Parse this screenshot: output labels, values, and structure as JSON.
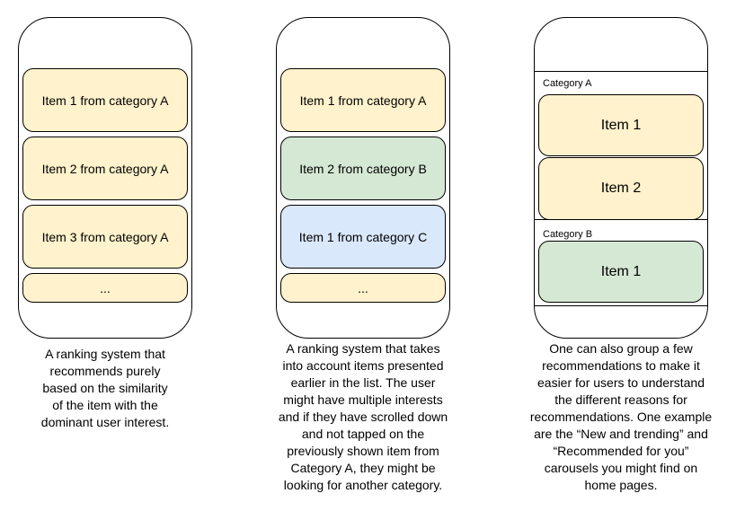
{
  "panels": [
    {
      "items": [
        {
          "label": "Item 1 from category A",
          "color": "#fff2cc"
        },
        {
          "label": "Item 2 from category A",
          "color": "#fff2cc"
        },
        {
          "label": "Item 3 from category A",
          "color": "#fff2cc"
        },
        {
          "label": "...",
          "color": "#fff2cc"
        }
      ],
      "caption": [
        "A ranking system that",
        "recommends purely",
        "based on the similarity",
        "of the item with the",
        "dominant user interest."
      ]
    },
    {
      "items": [
        {
          "label": "Item 1 from category A",
          "color": "#fff2cc"
        },
        {
          "label": "Item 2 from category B",
          "color": "#d5e8d4"
        },
        {
          "label": "Item 1 from category C",
          "color": "#dae8fc"
        },
        {
          "label": "...",
          "color": "#fff2cc"
        }
      ],
      "caption": [
        "A ranking system that takes",
        "into account items presented",
        "earlier in the list. The user",
        "might have multiple interests",
        "and if they have scrolled down",
        "and not tapped on the",
        "previously shown item from",
        "Category A, they might be",
        "looking for another category."
      ]
    },
    {
      "groups": [
        {
          "category": "Category A",
          "items": [
            {
              "label": "Item 1",
              "color": "#fff2cc"
            },
            {
              "label": "Item 2",
              "color": "#fff2cc"
            }
          ]
        },
        {
          "category": "Category B",
          "items": [
            {
              "label": "Item 1",
              "color": "#d5e8d4"
            }
          ]
        }
      ],
      "caption": [
        "One can also group a few",
        "recommendations to make it",
        "easier for users to understand",
        "the different reasons for",
        "recommendations. One example",
        "are the “New and trending” and",
        "“Recommended for you”",
        "carousels you might find on",
        "home pages."
      ]
    }
  ]
}
